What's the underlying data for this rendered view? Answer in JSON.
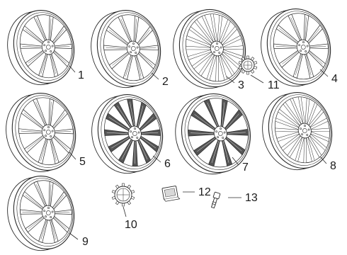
{
  "diagram": {
    "parts": [
      {
        "id": "1",
        "label": "1",
        "kind": "wheel",
        "spokes": 10,
        "style": "split"
      },
      {
        "id": "2",
        "label": "2",
        "kind": "wheel",
        "spokes": 10,
        "style": "split"
      },
      {
        "id": "3",
        "label": "3",
        "kind": "wheel",
        "spokes": 20,
        "style": "fine"
      },
      {
        "id": "4",
        "label": "4",
        "kind": "wheel",
        "spokes": 10,
        "style": "split"
      },
      {
        "id": "5",
        "label": "5",
        "kind": "wheel",
        "spokes": 10,
        "style": "split"
      },
      {
        "id": "6",
        "label": "6",
        "kind": "wheel",
        "spokes": 12,
        "style": "dark"
      },
      {
        "id": "7",
        "label": "7",
        "kind": "wheel",
        "spokes": 10,
        "style": "dark"
      },
      {
        "id": "8",
        "label": "8",
        "kind": "wheel",
        "spokes": 20,
        "style": "fine"
      },
      {
        "id": "9",
        "label": "9",
        "kind": "wheel",
        "spokes": 10,
        "style": "split"
      },
      {
        "id": "10",
        "label": "10",
        "kind": "center-cap"
      },
      {
        "id": "11",
        "label": "11",
        "kind": "center-cap"
      },
      {
        "id": "12",
        "label": "12",
        "kind": "balance-weight"
      },
      {
        "id": "13",
        "label": "13",
        "kind": "valve-stem"
      }
    ],
    "colors": {
      "line": "#2a2a2a",
      "dark": "#555555",
      "background": "#ffffff"
    }
  }
}
